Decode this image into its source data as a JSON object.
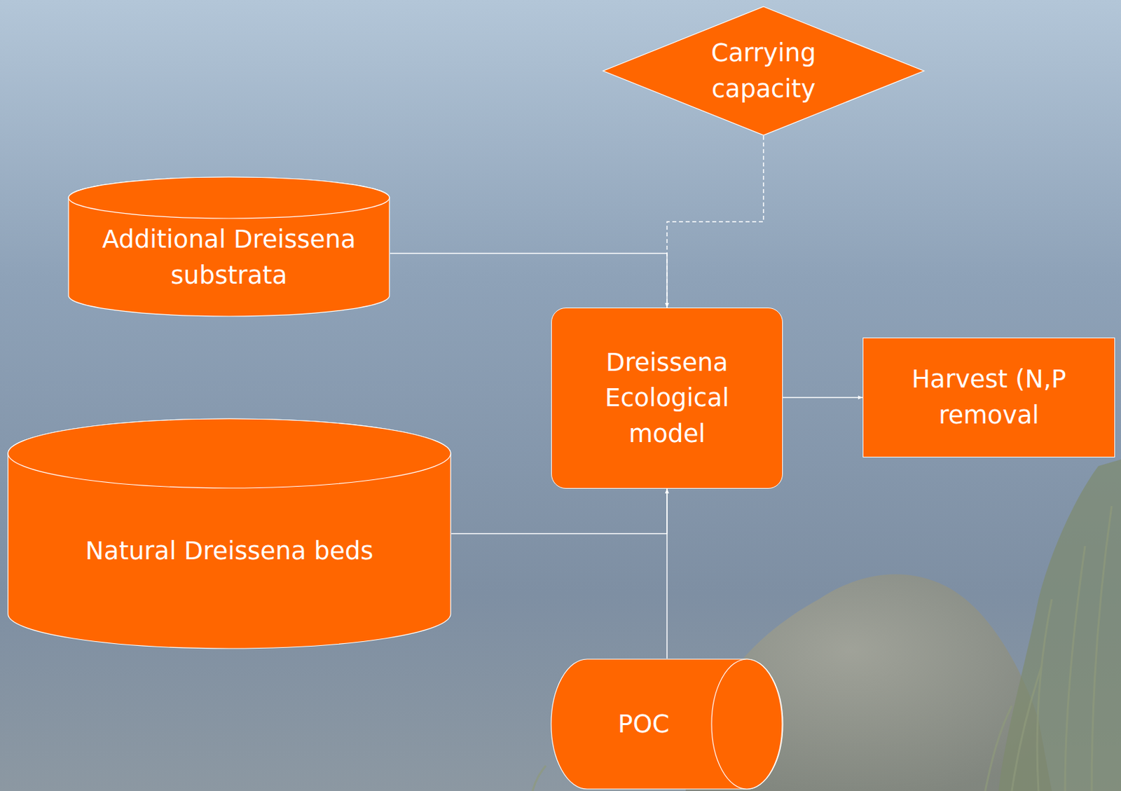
{
  "diagram": {
    "nodes": [
      {
        "text": [
          "Carrying capacity"
        ]
      },
      {
        "text": [
          "Additional Dreissena substrata"
        ]
      },
      {
        "text": [
          "Dreissena Ecological model"
        ]
      },
      {
        "text": [
          "Harvest (N,P removal"
        ]
      },
      {
        "text": [
          "Natural Dreissena beds"
        ]
      },
      {
        "text": [
          "POC"
        ]
      }
    ],
    "edges": [
      {
        "from": 0,
        "to": 2,
        "arrow": "to"
      },
      {
        "from": 1,
        "to": 2,
        "arrow": "to"
      },
      {
        "from": 2,
        "to": 3,
        "arrow": "to"
      },
      {
        "from": 4,
        "to": 2,
        "arrow": "to"
      },
      {
        "from": 5,
        "to": 2,
        "arrow": "to"
      }
    ]
  }
}
